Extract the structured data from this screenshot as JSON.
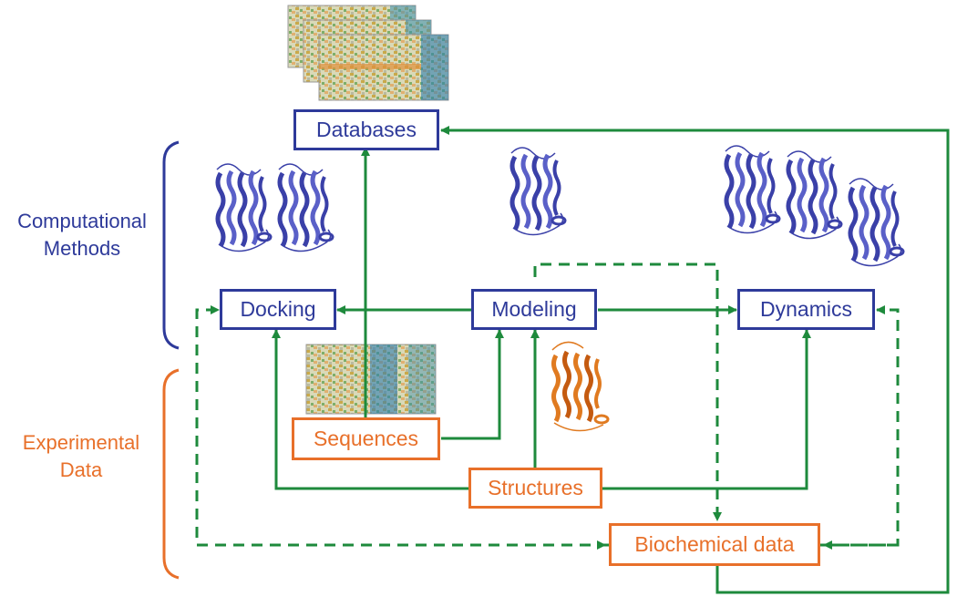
{
  "nodes": {
    "databases": "Databases",
    "docking": "Docking",
    "modeling": "Modeling",
    "dynamics": "Dynamics",
    "sequences": "Sequences",
    "structures": "Structures",
    "biochemical": "Biochemical data"
  },
  "groups": {
    "computational": {
      "line1": "Computational",
      "line2": "Methods"
    },
    "experimental": {
      "line1": "Experimental",
      "line2": "Data"
    }
  },
  "colors": {
    "computational": "#2e3a9a",
    "experimental": "#e8702a",
    "arrow": "#1e8a3c",
    "protein_blue": "#3a40a8",
    "protein_orange": "#e07a20"
  },
  "icons": {
    "alignment": "sequence-alignment-thumbnail-icon",
    "protein": "protein-ribbon-structure-icon"
  }
}
